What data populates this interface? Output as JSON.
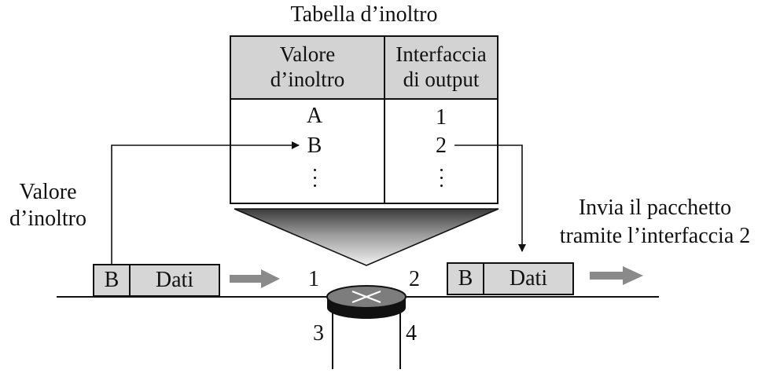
{
  "table": {
    "title": "Tabella d’inoltro",
    "col1_header_line1": "Valore",
    "col1_header_line2": "d’inoltro",
    "col2_header_line1": "Interfaccia",
    "col2_header_line2": "di output",
    "rows": [
      {
        "value": "A",
        "interface": "1"
      },
      {
        "value": "B",
        "interface": "2"
      }
    ]
  },
  "left_label_line1": "Valore",
  "left_label_line2": "d’inoltro",
  "right_label_line1": "Invia il pacchetto",
  "right_label_line2": "tramite l’interfaccia 2",
  "packet_in": {
    "header": "B",
    "payload": "Dati"
  },
  "packet_out": {
    "header": "B",
    "payload": "Dati"
  },
  "ports": {
    "p1": "1",
    "p2": "2",
    "p3": "3",
    "p4": "4"
  },
  "colors": {
    "gray_fill": "#d6d6d6",
    "arrow_gray": "#8a8a8a",
    "router_gray": "#7d7d7d",
    "line": "#111111"
  }
}
